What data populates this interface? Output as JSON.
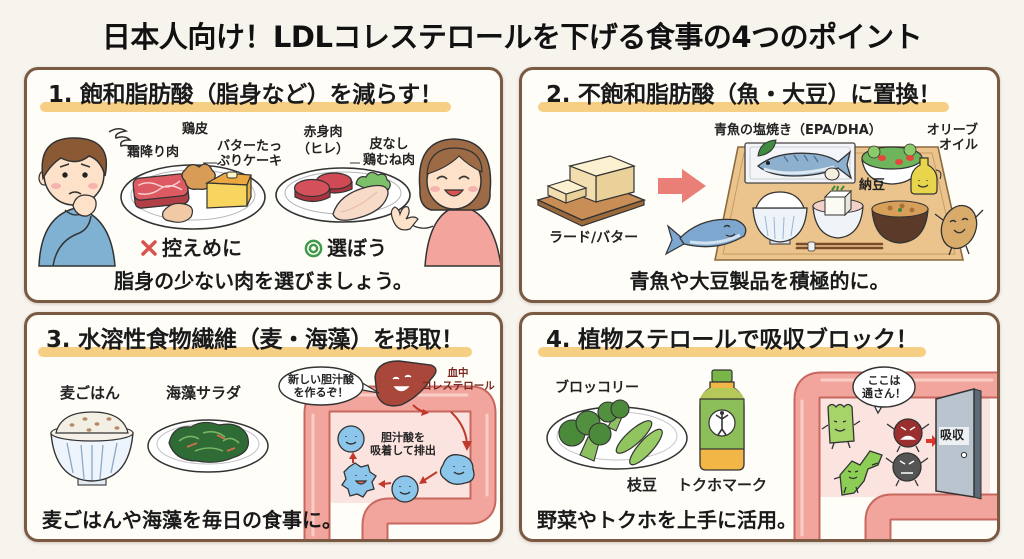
{
  "title": "日本人向け！LDLコレステロールを下げる食事の4つのポイント",
  "theme": {
    "page_bg": "#f7f4ee",
    "card_bg": "#fffdf8",
    "card_border": "#7b5a44",
    "heading_highlight": "#f6cf84",
    "avoid_color": "#d9534f",
    "choose_color": "#3f9a4a"
  },
  "cards": [
    {
      "heading": "1. 飽和脂肪酸（脂身など）を減らす！",
      "labels": {
        "chicken_skin": "鶏皮",
        "marbled_meat": "霜降り肉",
        "butter_cake": [
          "バターたっ",
          "ぷりケーキ"
        ],
        "lean_meat": [
          "赤身肉",
          "（ヒレ）"
        ],
        "skinless_chicken": [
          "皮なし",
          "鶏むね肉"
        ]
      },
      "avoid": {
        "icon": "cross-mark-icon",
        "label": "控えめに"
      },
      "choose": {
        "icon": "double-circle-icon",
        "label": "選ぼう"
      },
      "footer": "脂身の少ない肉を選びましょう。"
    },
    {
      "heading": "2. 不飽和脂肪酸（魚・大豆）に置換！",
      "labels": {
        "grilled_fish": "青魚の塩焼き（EPA/DHA）",
        "olive_oil": [
          "オリーブ",
          "オイル"
        ],
        "natto": "納豆",
        "lard_butter": "ラード/バター"
      },
      "arrow_icon": "arrow-right-icon",
      "footer": "青魚や大豆製品を積極的に。"
    },
    {
      "heading": "3. 水溶性食物繊維（麦・海藻）を摂取！",
      "labels": {
        "barley_rice": "麦ごはん",
        "seaweed_salad": "海藻サラダ",
        "liver_speech": [
          "新しい胆汁酸",
          "を作るぞ！"
        ],
        "blood_cholesterol": [
          "血中",
          "コレステロール"
        ],
        "bile_absorb": [
          "胆汁酸を",
          "吸着して排出"
        ]
      },
      "footer": "麦ごはんや海藻を毎日の食事に。"
    },
    {
      "heading": "4. 植物ステロールで吸収ブロック！",
      "labels": {
        "broccoli": "ブロッコリー",
        "edamame": "枝豆",
        "tokuho_mark": "トクホマーク",
        "sterol_speech": [
          "ここは",
          "通さん！"
        ],
        "absorption_door": "吸収"
      },
      "footer": "野菜やトクホを上手に活用。"
    }
  ]
}
